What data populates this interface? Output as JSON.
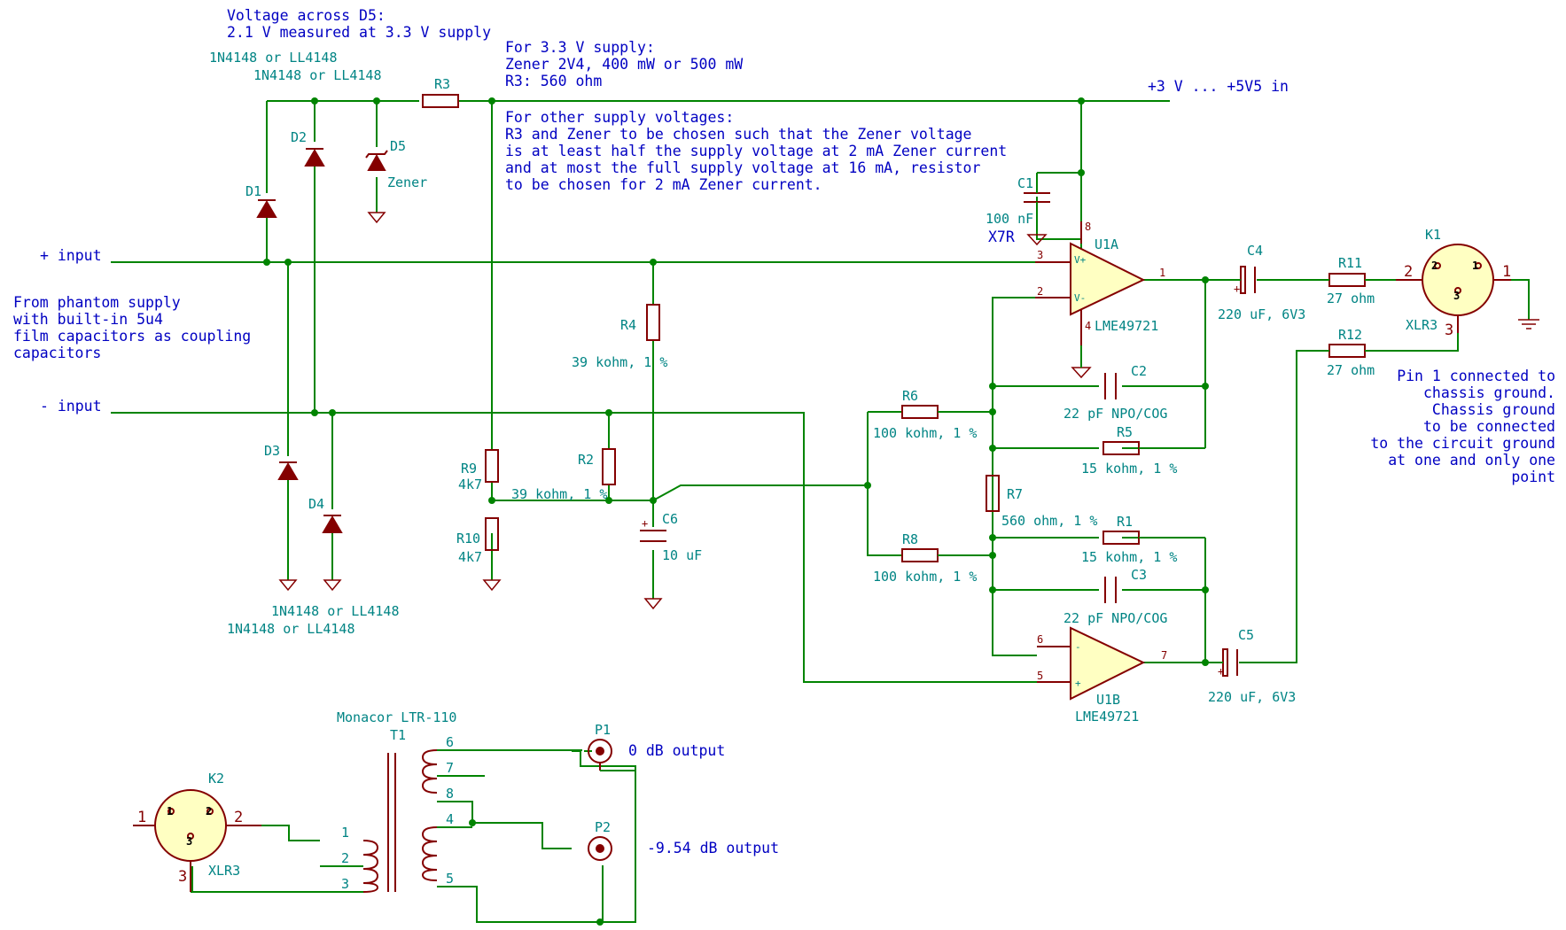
{
  "notes": {
    "d5_voltage": [
      "Voltage across D5:",
      "2.1 V measured at 3.3 V supply"
    ],
    "supply_33": [
      "For 3.3 V supply:",
      "Zener 2V4, 400 mW or 500 mW",
      "R3: 560 ohm"
    ],
    "other_supply": [
      "For other supply voltages:",
      "R3 and Zener to be chosen such that the Zener voltage",
      "is at least half the supply voltage at 2 mA Zener current",
      "and at most the full supply voltage at 16 mA, resistor",
      "to be chosen for 2 mA Zener current."
    ],
    "phantom": [
      "From phantom supply",
      "with built-in 5u4",
      "film capacitors as coupling",
      "capacitors"
    ],
    "chassis": [
      "Pin 1 connected to",
      "chassis ground.",
      "Chassis ground",
      "to be connected",
      "to the circuit ground",
      "at one and only one",
      "point"
    ]
  },
  "nets": {
    "supply": "+3 V ... +5V5 in",
    "plus_input": "+ input",
    "minus_input": "- input",
    "out_0db": "0 dB output",
    "out_954db": "-9.54 dB output"
  },
  "components": {
    "D1": {
      "ref": "D1"
    },
    "D2": {
      "ref": "D2"
    },
    "D3": {
      "ref": "D3"
    },
    "D4": {
      "ref": "D4"
    },
    "D5": {
      "ref": "D5",
      "value": "Zener"
    },
    "diode_value": "1N4148 or LL4148",
    "R3": {
      "ref": "R3"
    },
    "R1": {
      "ref": "R1",
      "value": "15 kohm, 1 %"
    },
    "R2": {
      "ref": "R2",
      "value": "39 kohm, 1 %"
    },
    "R4": {
      "ref": "R4",
      "value": "39 kohm, 1 %"
    },
    "R5": {
      "ref": "R5",
      "value": "15 kohm, 1 %"
    },
    "R6": {
      "ref": "R6",
      "value": "100 kohm, 1 %"
    },
    "R7": {
      "ref": "R7",
      "value": "560 ohm, 1 %"
    },
    "R8": {
      "ref": "R8",
      "value": "100 kohm, 1 %"
    },
    "R9": {
      "ref": "R9",
      "value": "4k7"
    },
    "R10": {
      "ref": "R10",
      "value": "4k7"
    },
    "R11": {
      "ref": "R11",
      "value": "27 ohm"
    },
    "R12": {
      "ref": "R12",
      "value": "27 ohm"
    },
    "C1": {
      "ref": "C1",
      "value": "100 nF",
      "value2": "X7R"
    },
    "C2": {
      "ref": "C2",
      "value": "22 pF NPO/COG"
    },
    "C3": {
      "ref": "C3",
      "value": "22 pF NPO/COG"
    },
    "C4": {
      "ref": "C4",
      "value": "220 uF, 6V3"
    },
    "C5": {
      "ref": "C5",
      "value": "220 uF, 6V3"
    },
    "C6": {
      "ref": "C6",
      "value": "10 uF"
    },
    "U1A": {
      "ref": "U1A",
      "value": "LME49721"
    },
    "U1B": {
      "ref": "U1B",
      "value": "LME49721"
    },
    "K1": {
      "ref": "K1",
      "value": "XLR3"
    },
    "K2": {
      "ref": "K2",
      "value": "XLR3"
    },
    "T1": {
      "ref": "T1",
      "value": "Monacor LTR-110"
    },
    "P1": {
      "ref": "P1"
    },
    "P2": {
      "ref": "P2"
    }
  },
  "pins": {
    "u1a": [
      "3",
      "2",
      "1",
      "8",
      "4"
    ],
    "u1b": [
      "6",
      "5",
      "7"
    ],
    "opamp_marks": [
      "V+",
      "V-",
      "+",
      "-"
    ],
    "xlr": [
      "1",
      "2",
      "3"
    ],
    "t1_primary": [
      "1",
      "2",
      "3"
    ],
    "t1_secondary": [
      "6",
      "7",
      "8",
      "4",
      "5"
    ],
    "polarity": "+"
  },
  "colors": {
    "wire": "#008400",
    "component": "#840000",
    "reference": "#008484",
    "note": "#0000c2",
    "fill": "#ffffc2"
  }
}
